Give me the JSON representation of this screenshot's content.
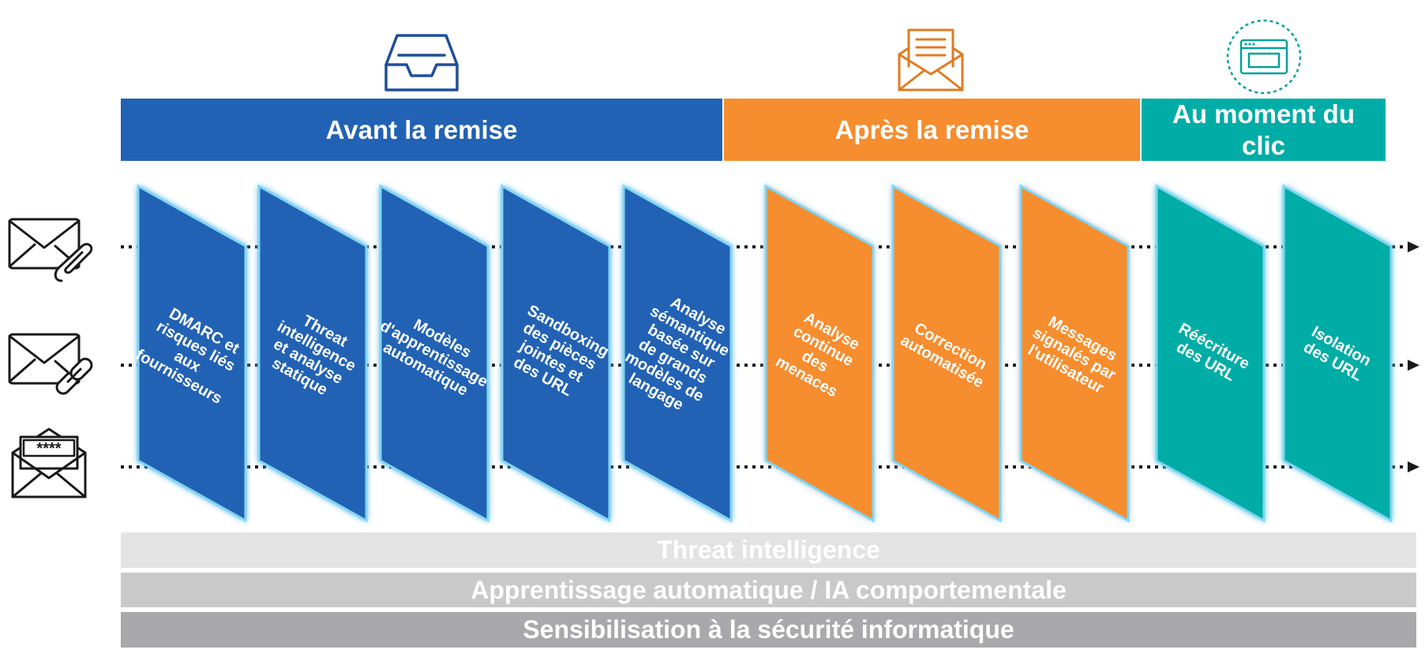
{
  "colors": {
    "blue": "#2162b4",
    "orange": "#f68d2e",
    "teal": "#00ada6",
    "glow": "#7fd6f5",
    "dots": "#1a1a1a",
    "bar_light": "#e3e3e3",
    "bar_mid": "#c9c9c9",
    "bar_dark": "#a9a9ab"
  },
  "phases": [
    {
      "label": "Avant la remise",
      "color": "blue",
      "icon": "inbox-tray-icon"
    },
    {
      "label": "Après la remise",
      "color": "orange",
      "icon": "open-envelope-letter-icon"
    },
    {
      "label": "Au moment du\nclic",
      "color": "teal",
      "icon": "browser-window-icon"
    }
  ],
  "left_icons": [
    "email-attachment-icon",
    "email-link-icon",
    "email-password-icon"
  ],
  "panels": [
    {
      "phase": 0,
      "lines": [
        "DMARC et",
        "risques liés",
        "aux",
        "fournisseurs"
      ]
    },
    {
      "phase": 0,
      "lines": [
        "Threat",
        "intelligence",
        "et analyse",
        "statique"
      ]
    },
    {
      "phase": 0,
      "lines": [
        "Modèles",
        "d'apprentissage",
        "automatique"
      ]
    },
    {
      "phase": 0,
      "lines": [
        "Sandboxing",
        "des pièces",
        "jointes et",
        "des URL"
      ]
    },
    {
      "phase": 0,
      "lines": [
        "Analyse",
        "sémantique",
        "basée sur",
        "de grands",
        "modèles de",
        "langage"
      ]
    },
    {
      "phase": 1,
      "lines": [
        "Analyse",
        "continue",
        "des",
        "menaces"
      ]
    },
    {
      "phase": 1,
      "lines": [
        "Correction",
        "automatisée"
      ]
    },
    {
      "phase": 1,
      "lines": [
        "Messages",
        "signalés par",
        "l'utilisateur"
      ]
    },
    {
      "phase": 2,
      "lines": [
        "Réécriture",
        "des URL"
      ]
    },
    {
      "phase": 2,
      "lines": [
        "Isolation",
        "des URL"
      ]
    }
  ],
  "bottom_layers": [
    {
      "label": "Threat intelligence",
      "color": "bar_light"
    },
    {
      "label": "Apprentissage automatique / IA comportementale",
      "color": "bar_mid"
    },
    {
      "label": "Sensibilisation à la sécurité informatique",
      "color": "bar_dark"
    }
  ]
}
